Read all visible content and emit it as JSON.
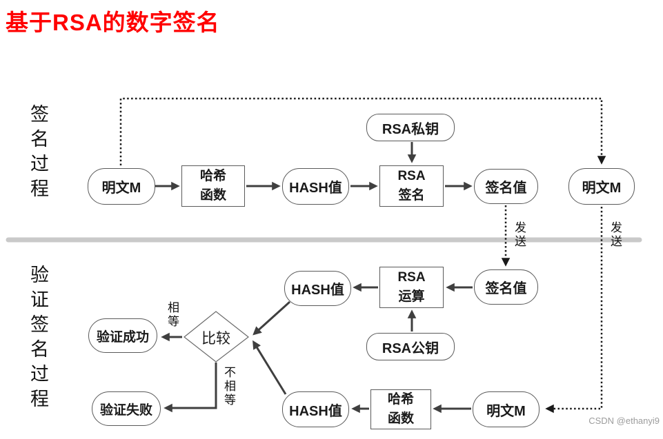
{
  "title": "基于RSA的数字签名",
  "watermark": "CSDN @ethanyi9",
  "sections": {
    "signing_label": "签名过程",
    "verification_label": "验证签名过程"
  },
  "nodes": {
    "plaintext_top_left": "明文M",
    "hash_function_top_line1": "哈希",
    "hash_function_top_line2": "函数",
    "hash_value_top": "HASH值",
    "rsa_private_key": "RSA私钥",
    "rsa_sign_line1": "RSA",
    "rsa_sign_line2": "签名",
    "signature_value_top": "签名值",
    "plaintext_top_right": "明文M",
    "hash_value_mid": "HASH值",
    "rsa_operation_line1": "RSA",
    "rsa_operation_line2": "运算",
    "signature_value_bottom": "签名值",
    "rsa_public_key": "RSA公钥",
    "compare": "比较",
    "verify_success": "验证成功",
    "verify_fail": "验证失败",
    "hash_value_bottom": "HASH值",
    "hash_function_bottom_line1": "哈希",
    "hash_function_bottom_line2": "函数",
    "plaintext_bottom": "明文M"
  },
  "edge_labels": {
    "send_signature": "发送",
    "send_plaintext": "发送",
    "equal": "相等",
    "not_equal": "不相等"
  },
  "colors": {
    "title": "#ff0000",
    "node_border": "#595959",
    "arrow": "#3f3f3f",
    "dashed_line": "#1a1a1a",
    "divider": "#c9c9c9",
    "watermark": "#9c9c9c"
  }
}
